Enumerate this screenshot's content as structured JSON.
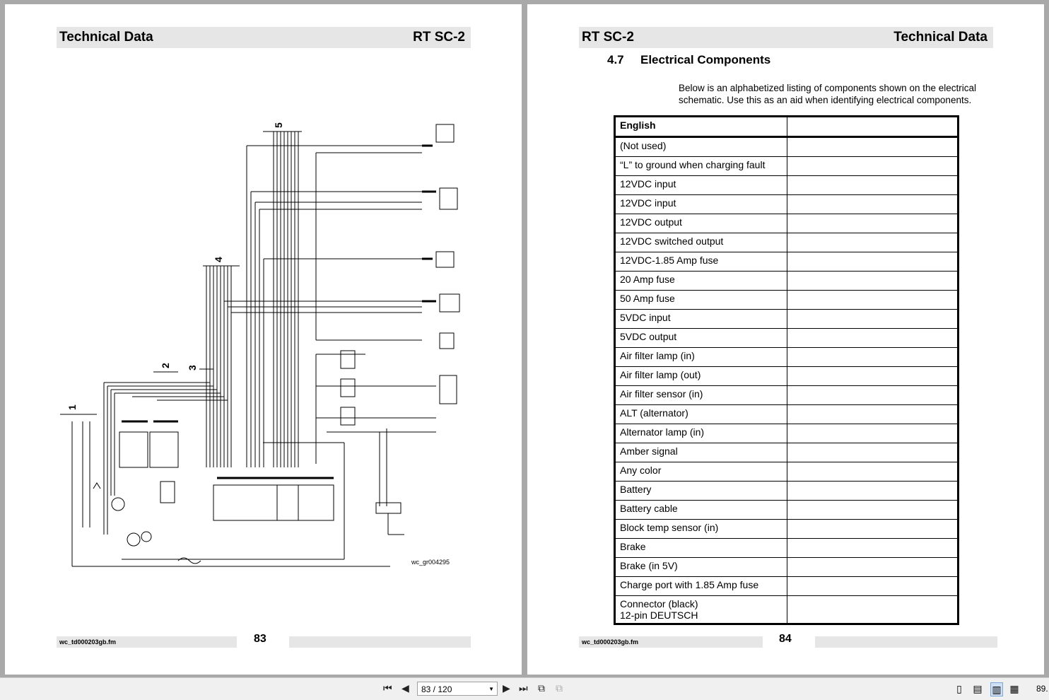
{
  "left_page": {
    "header_left": "Technical Data",
    "header_right": "RT SC-2",
    "figure_id": "wc_gr004295",
    "schematic_labels": [
      "1",
      "2",
      "3",
      "4",
      "5"
    ],
    "footer_file": "wc_td000203gb.fm",
    "page_number": "83"
  },
  "right_page": {
    "header_left": "RT SC-2",
    "header_right": "Technical Data",
    "section_number": "4.7",
    "section_title": "Electrical Components",
    "intro": "Below is an alphabetized listing of components shown on the electrical schematic. Use this as an aid when identifying electrical components.",
    "table_header": [
      "English",
      ""
    ],
    "rows": [
      "(Not used)",
      "“L” to ground when charging fault",
      "12VDC input",
      "12VDC input",
      "12VDC output",
      "12VDC switched output",
      "12VDC-1.85 Amp fuse",
      "20 Amp fuse",
      "50 Amp fuse",
      "5VDC input",
      "5VDC output",
      "Air filter lamp (in)",
      "Air filter lamp (out)",
      "Air filter sensor (in)",
      "ALT (alternator)",
      "Alternator lamp (in)",
      "Amber signal",
      "Any color",
      "Battery",
      "Battery cable",
      "Block temp sensor (in)",
      "Brake",
      "Brake (in 5V)",
      "Charge port with 1.85 Amp fuse",
      "Connector (black)\n12-pin DEUTSCH"
    ],
    "footer_file": "wc_td000203gb.fm",
    "page_number": "84"
  },
  "toolbar": {
    "page_indicator": "83 / 120",
    "zoom": "89."
  }
}
